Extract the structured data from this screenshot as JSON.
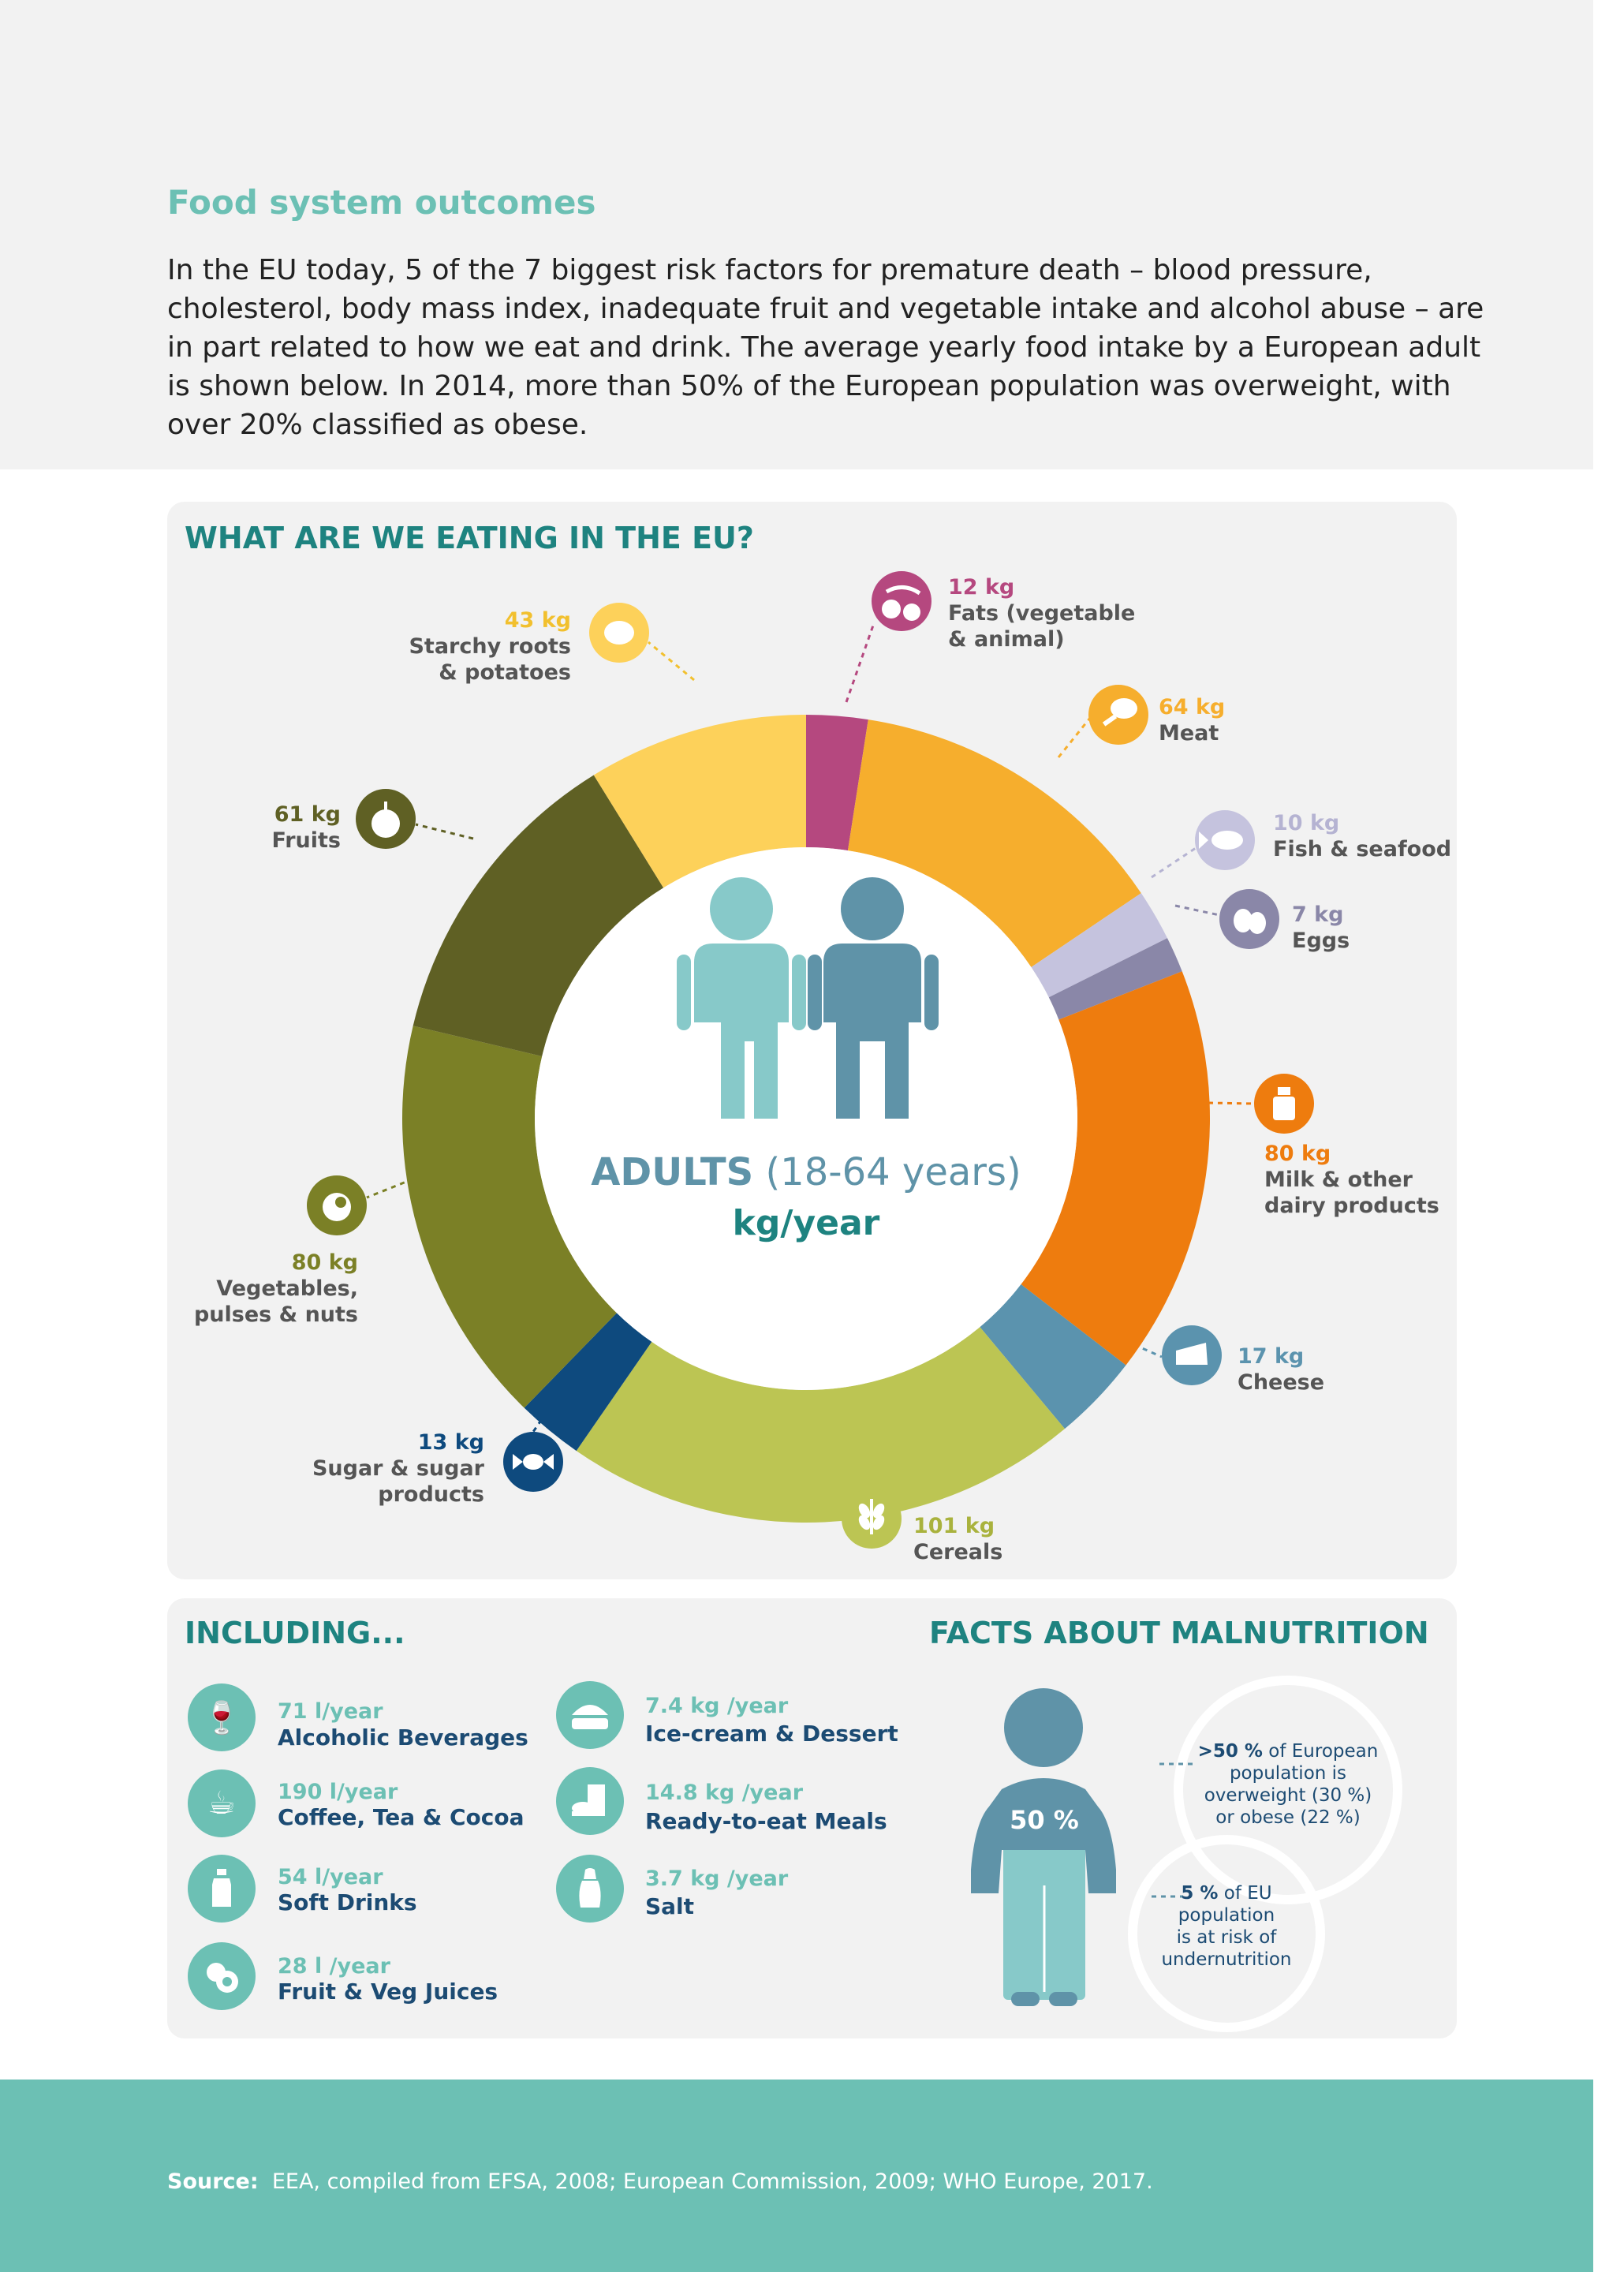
{
  "header": {
    "title": "Food system outcomes",
    "intro": "In the EU today, 5 of the 7 biggest risk factors for premature death – blood pressure, cholesterol, body mass index, inadequate fruit and vegetable intake and alcohol abuse – are in part related to how we eat and drink. The average yearly food intake by a European adult is shown below. In 2014, more than 50% of the European population was overweight, with over 20% classified as obese."
  },
  "main_panel": {
    "title": "WHAT ARE WE EATING IN THE EU?",
    "center_title": "ADULTS",
    "center_age": " (18-64 years)",
    "center_unit": "kg/year"
  },
  "chart_data": {
    "type": "pie",
    "title": "WHAT ARE WE EATING IN THE EU?",
    "unit": "kg/year",
    "slices": [
      {
        "name": "Fats (vegetable & animal)",
        "amount": "12 kg",
        "value": 12,
        "color": "#b5487f"
      },
      {
        "name": "Meat",
        "amount": "64 kg",
        "value": 64,
        "color": "#f6ae2d"
      },
      {
        "name": "Fish & seafood",
        "amount": "10 kg",
        "value": 10,
        "color": "#c5c3de"
      },
      {
        "name": "Eggs",
        "amount": "7 kg",
        "value": 7,
        "color": "#8a87a8"
      },
      {
        "name": "Milk & other dairy products",
        "amount": "80 kg",
        "value": 80,
        "color": "#ee7c0e"
      },
      {
        "name": "Cheese",
        "amount": "17 kg",
        "value": 17,
        "color": "#5b93ae"
      },
      {
        "name": "Cereals",
        "amount": "101 kg",
        "value": 101,
        "color": "#bcc553"
      },
      {
        "name": "Sugar & sugar products",
        "amount": "13 kg",
        "value": 13,
        "color": "#0e4a7e"
      },
      {
        "name": "Vegetables, pulses & nuts",
        "amount": "80 kg",
        "value": 80,
        "color": "#7b8026"
      },
      {
        "name": "Fruits",
        "amount": "61 kg",
        "value": 61,
        "color": "#5f6024"
      },
      {
        "name": "Starchy roots & potatoes",
        "amount": "43 kg",
        "value": 43,
        "color": "#fdd15a"
      }
    ]
  },
  "labels": {
    "fats": {
      "amount": "12 kg",
      "name": "Fats (vegetable\n& animal)"
    },
    "meat": {
      "amount": "64 kg",
      "name": "Meat"
    },
    "fish": {
      "amount": "10 kg",
      "name": "Fish & seafood"
    },
    "eggs": {
      "amount": "7 kg",
      "name": "Eggs"
    },
    "milk": {
      "amount": "80 kg",
      "name": "Milk & other\ndairy products"
    },
    "cheese": {
      "amount": "17 kg",
      "name": "Cheese"
    },
    "cereals": {
      "amount": "101 kg",
      "name": "Cereals"
    },
    "sugar": {
      "amount": "13 kg",
      "name": "Sugar & sugar\nproducts"
    },
    "vegetables": {
      "amount": "80 kg",
      "name": "Vegetables,\npulses & nuts"
    },
    "fruits": {
      "amount": "61 kg",
      "name": "Fruits"
    },
    "starchy": {
      "amount": "43 kg",
      "name": "Starchy roots\n& potatoes"
    }
  },
  "including": {
    "title": "INCLUDING...",
    "items": [
      {
        "amount": "71 l/year",
        "name": "Alcoholic Beverages",
        "icon": "glass-icon"
      },
      {
        "amount": "190 l/year",
        "name": "Coffee, Tea & Cocoa",
        "icon": "mug-icon"
      },
      {
        "amount": "54 l/year",
        "name": "Soft Drinks",
        "icon": "bottle-icon"
      },
      {
        "amount": "28 l /year",
        "name": "Fruit & Veg Juices",
        "icon": "fruit-icon"
      },
      {
        "amount": "7.4 kg /year",
        "name": "Ice-cream & Dessert",
        "icon": "pie-icon"
      },
      {
        "amount": "14.8 kg /year",
        "name": "Ready-to-eat Meals",
        "icon": "meal-icon"
      },
      {
        "amount": "3.7 kg /year",
        "name": "Salt",
        "icon": "salt-shaker-icon"
      }
    ]
  },
  "malnutrition": {
    "title": "FACTS ABOUT MALNUTRITION",
    "figure_percent": "50 %",
    "fact1_bold": ">50 %",
    "fact1_text": " of European\npopulation is\noverweight (30 %)\nor obese (22 %)",
    "fact2_bold": "5 %",
    "fact2_text": " of EU\npopulation\nis at risk of\nundernutrition"
  },
  "footer": {
    "source_label": "Source:",
    "source_text": "EEA, compiled from EFSA, 2008; European Commission, 2009; WHO Europe, 2017."
  },
  "colors": {
    "teal": "#6cc0b4",
    "dark_teal": "#1e8380",
    "navy": "#1c4b73",
    "figure_light": "#87c9c9",
    "figure_dark": "#5f93a8"
  }
}
